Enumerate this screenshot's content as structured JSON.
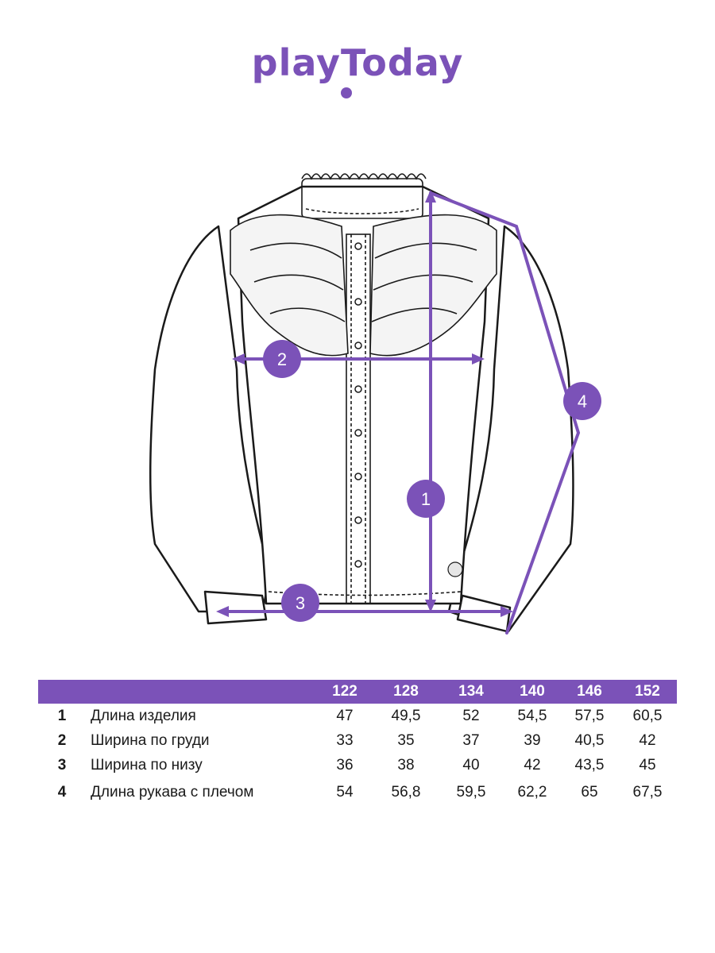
{
  "brand": {
    "logo_text": "playToday",
    "accent": "#7b52b8"
  },
  "markers": [
    "1",
    "2",
    "3",
    "4"
  ],
  "table": {
    "sizes": [
      "122",
      "128",
      "134",
      "140",
      "146",
      "152"
    ],
    "rows": [
      {
        "num": "1",
        "label": "Длина изделия",
        "values": [
          "47",
          "49,5",
          "52",
          "54,5",
          "57,5",
          "60,5"
        ]
      },
      {
        "num": "2",
        "label": "Ширина по груди",
        "values": [
          "33",
          "35",
          "37",
          "39",
          "40,5",
          "42"
        ]
      },
      {
        "num": "3",
        "label": "Ширина по низу",
        "values": [
          "36",
          "38",
          "40",
          "42",
          "43,5",
          "45"
        ]
      },
      {
        "num": "4",
        "label": "Длина рукава с плечом",
        "values": [
          "54",
          "56,8",
          "59,5",
          "62,2",
          "65",
          "67,5"
        ]
      }
    ]
  }
}
